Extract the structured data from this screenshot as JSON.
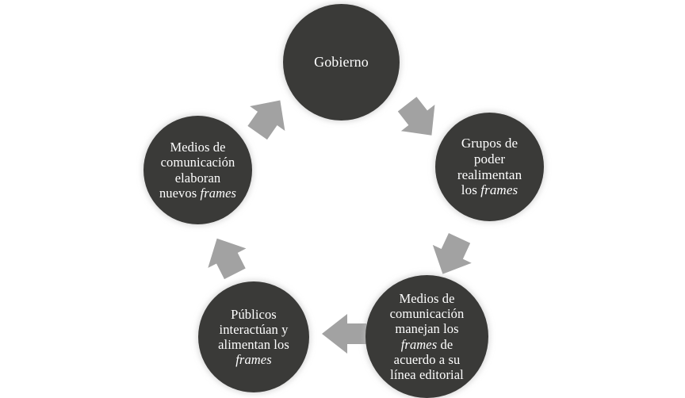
{
  "diagram": {
    "type": "cycle",
    "title": "",
    "direction": "counter-clockwise",
    "colors": {
      "node_fill": "#3a3a38",
      "node_text": "#ffffff",
      "arrow_fill": "#a2a2a2",
      "background": "#ffffff"
    },
    "nodes": [
      {
        "id": "gobierno",
        "label": "Gobierno",
        "position": "top"
      },
      {
        "id": "grupos_de_poder",
        "label_line1": "Grupos de",
        "label_line2": "poder",
        "label_line3": "realimentan",
        "label_line4_pre": "los ",
        "label_line4_italic": "frames",
        "position": "right"
      },
      {
        "id": "medios_manejan",
        "label_line1": "Medios de",
        "label_line2": "comunicación",
        "label_line3": "manejan los",
        "label_line4_italic": "frames",
        "label_line4_post": " de",
        "label_line5": "acuerdo a su",
        "label_line6": "línea editorial",
        "position": "bottom-right"
      },
      {
        "id": "publicos",
        "label_line1": "Públicos",
        "label_line2": "interactúan y",
        "label_line3": "alimentan los",
        "label_line4_italic": "frames",
        "position": "bottom-left"
      },
      {
        "id": "medios_elaboran",
        "label_line1": "Medios de",
        "label_line2": "comunicación",
        "label_line3": "elaboran",
        "label_line4_pre": "nuevos ",
        "label_line4_italic": "frames",
        "position": "left"
      }
    ],
    "arrows": [
      {
        "id": "arrow-gobierno-to-grupos",
        "from": "gobierno",
        "to": "grupos_de_poder",
        "direction": "down-right"
      },
      {
        "id": "arrow-grupos-to-medios-manejan",
        "from": "grupos_de_poder",
        "to": "medios_manejan",
        "direction": "down-left"
      },
      {
        "id": "arrow-medios-manejan-to-publicos",
        "from": "medios_manejan",
        "to": "publicos",
        "direction": "left"
      },
      {
        "id": "arrow-publicos-to-medios-elaboran",
        "from": "publicos",
        "to": "medios_elaboran",
        "direction": "up-left"
      },
      {
        "id": "arrow-medios-elaboran-to-gobierno",
        "from": "medios_elaboran",
        "to": "gobierno",
        "direction": "up-right"
      }
    ]
  }
}
